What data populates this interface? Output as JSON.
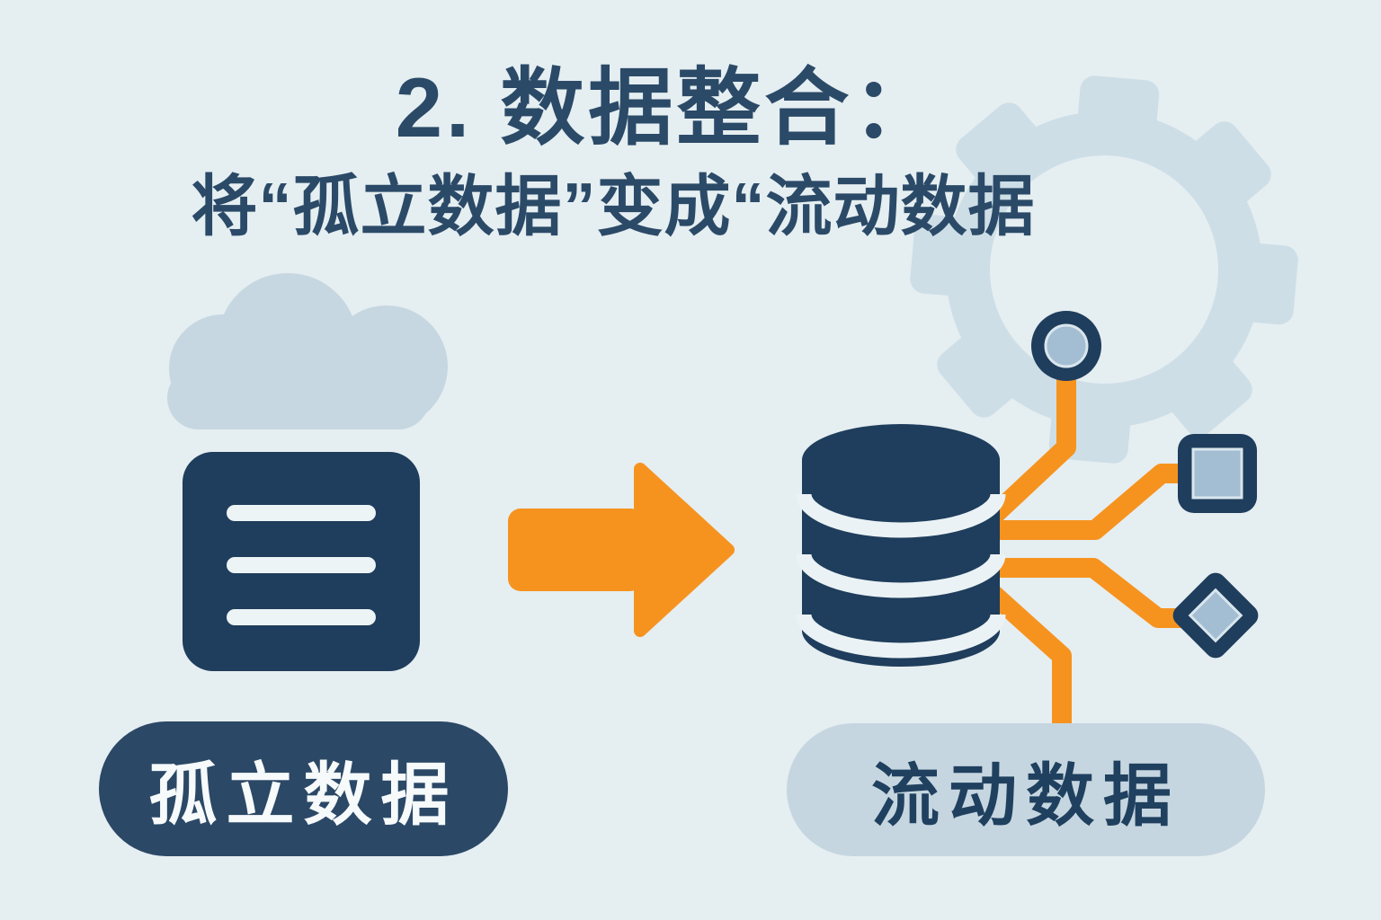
{
  "header": {
    "title": "2. 数据整合：",
    "subtitle": "将“孤立数据”变成“流动数据"
  },
  "left_group": {
    "label": "孤立数据",
    "icons": [
      "cloud-icon",
      "document-icon"
    ]
  },
  "flow": {
    "icon": "arrow-right-icon"
  },
  "right_group": {
    "label": "流动数据",
    "icons": [
      "gear-icon",
      "database-icon",
      "circle-node-icon",
      "square-node-icon",
      "diamond-node-icon"
    ]
  },
  "colors": {
    "background": "#e5eef1",
    "navy_icon": "#1f3d5c",
    "navy_text": "#2b4a68",
    "pill_dark_bg": "#2b4866",
    "pill_dark_text": "#f6fafb",
    "pill_light_bg": "#c6d6e0",
    "pill_light_text": "#20405f",
    "orange": "#f6931f",
    "gear": "#cddee7",
    "cloud": "#c6d7e1",
    "node_inner_fill": "#a3bdd3",
    "doc_line": "#edf4f6"
  }
}
